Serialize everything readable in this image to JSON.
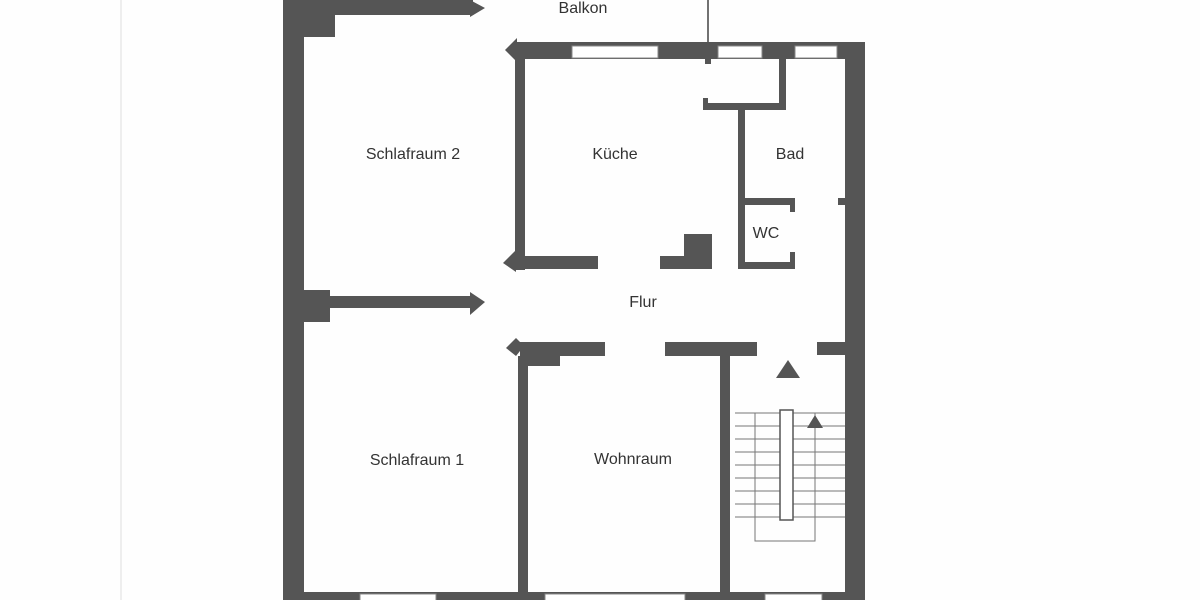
{
  "floorplan": {
    "rooms": {
      "balcony": "Balkon",
      "bedroom2": "Schlafraum 2",
      "kitchen": "Küche",
      "bathroom": "Bad",
      "wc": "WC",
      "hallway": "Flur",
      "bedroom1": "Schlafraum 1",
      "living": "Wohnraum"
    },
    "colors": {
      "wall": "#555555",
      "text": "#333333",
      "background": "#ffffff"
    }
  }
}
